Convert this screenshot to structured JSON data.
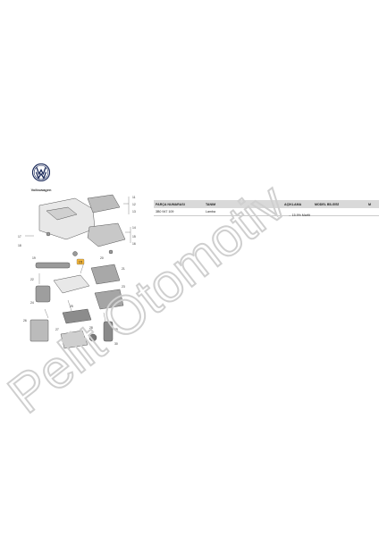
{
  "brand": {
    "name": "Volkswagen"
  },
  "diagram": {
    "callouts": [
      "11",
      "12",
      "13",
      "14",
      "15",
      "16",
      "17",
      "18",
      "19",
      "20",
      "21",
      "22",
      "23",
      "24",
      "25",
      "26",
      "27",
      "28",
      "29",
      "30"
    ],
    "highlight_label": "15"
  },
  "table": {
    "headers": [
      "PARÇA NUMARASI",
      "TANIM",
      "AÇIKLAMA",
      "MODEL BİLGİSİ",
      "M"
    ],
    "rows": [
      [
        "3B0 947 109",
        "Lamba",
        "",
        "",
        ""
      ]
    ],
    "note": "→ 15.9% Marfit"
  },
  "watermark": {
    "text": "Pelit Otomotiv",
    "color": "#cfcfcf"
  },
  "colors": {
    "table_header": "#d9d9d9",
    "highlight": "#f4b63a",
    "line": "#555555"
  }
}
